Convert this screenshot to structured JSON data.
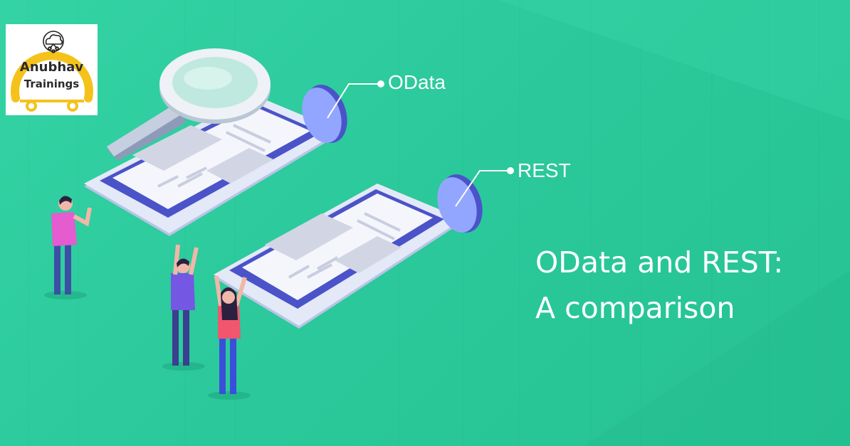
{
  "logo": {
    "line1": "Anubhav",
    "line2": "Trainings",
    "icon": "cloud-network-icon"
  },
  "callouts": {
    "odata": "OData",
    "rest": "REST"
  },
  "headline": {
    "line1": "OData and REST:",
    "line2": "A comparison"
  },
  "colors": {
    "background": "#2ac99b",
    "phone_frame": "#4a55c8",
    "phone_body": "#dfe6f5",
    "logo_ring": "#f5c21b",
    "text": "#ffffff"
  }
}
